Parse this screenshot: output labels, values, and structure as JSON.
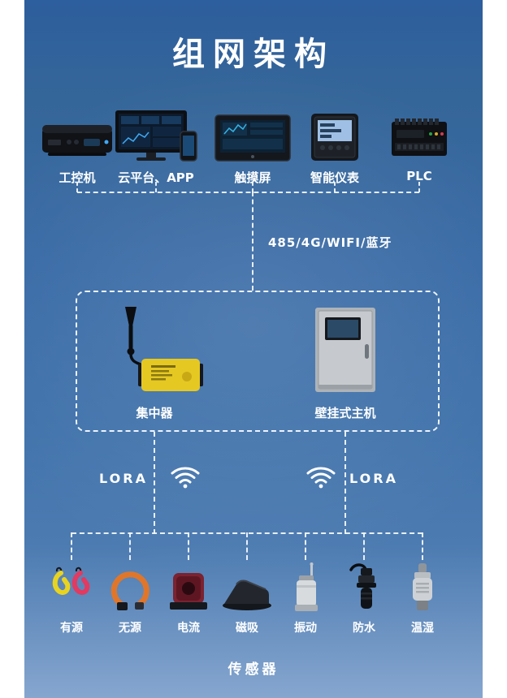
{
  "title": "组网架构",
  "backbone": {
    "label": "485/4G/WIFI/蓝牙"
  },
  "top_devices": [
    {
      "label": "工控机",
      "icon": "industrial-pc-icon"
    },
    {
      "label": "云平台、APP",
      "icon": "cloud-platform-app-icon"
    },
    {
      "label": "触摸屏",
      "icon": "touch-screen-icon"
    },
    {
      "label": "智能仪表",
      "icon": "smart-meter-icon"
    },
    {
      "label": "PLC",
      "icon": "plc-icon"
    }
  ],
  "gateway": {
    "concentrator_label": "集中器",
    "host_label": "壁挂式主机"
  },
  "lora": {
    "left_label": "LORA",
    "right_label": "LORA"
  },
  "sensors": [
    {
      "label": "有源",
      "icon": "active-sensor-icon"
    },
    {
      "label": "无源",
      "icon": "passive-sensor-icon"
    },
    {
      "label": "电流",
      "icon": "current-sensor-icon"
    },
    {
      "label": "磁吸",
      "icon": "magnetic-sensor-icon"
    },
    {
      "label": "振动",
      "icon": "vibration-sensor-icon"
    },
    {
      "label": "防水",
      "icon": "waterproof-sensor-icon"
    },
    {
      "label": "温湿",
      "icon": "temp-humidity-sensor-icon"
    }
  ],
  "footer": {
    "label": "传感器"
  },
  "colors": {
    "background_top": "#2d5e9d",
    "background_bottom": "#86a6cf",
    "line_white": "#f5f9fd",
    "concentrator_yellow": "#e6c822",
    "cabinet_gray": "#c6cace",
    "clamp_orange": "#e0762a",
    "hook_yellow": "#e8d320",
    "hook_red": "#e23a60",
    "ct_dark_red": "#7c2230"
  }
}
